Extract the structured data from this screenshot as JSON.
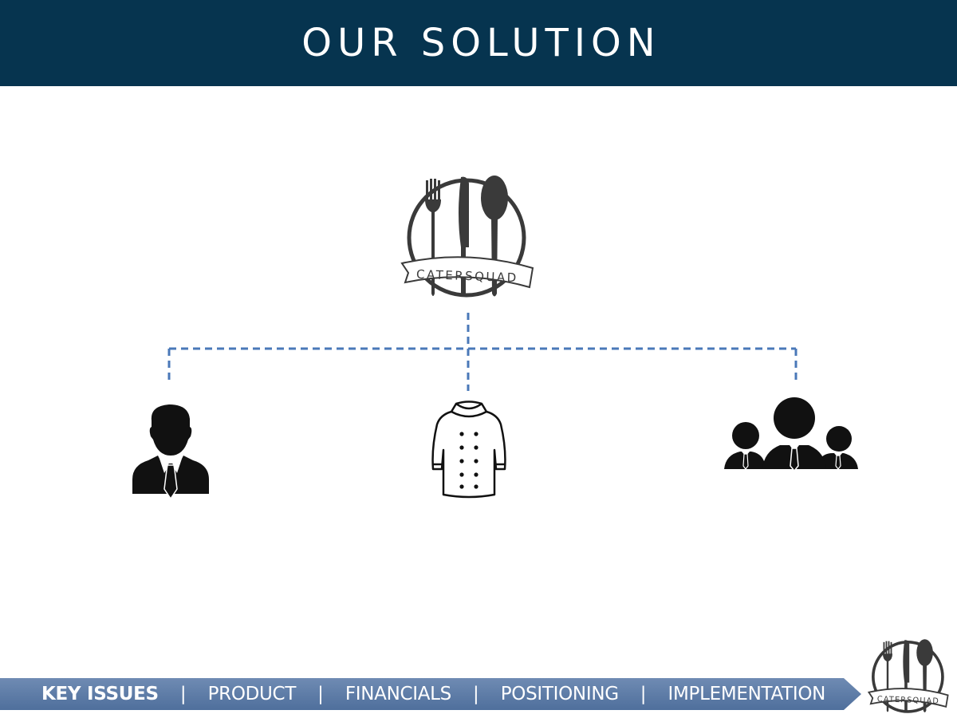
{
  "header": {
    "title": "OUR SOLUTION"
  },
  "logo": {
    "text": "CATERSQUAD"
  },
  "nodes": [
    {
      "id": "business-person",
      "icon": "businessman-icon"
    },
    {
      "id": "chef",
      "icon": "chef-jacket-icon"
    },
    {
      "id": "team",
      "icon": "group-people-icon"
    }
  ],
  "nav": {
    "items": [
      {
        "label": "KEY ISSUES",
        "active": true
      },
      {
        "label": "PRODUCT",
        "active": false
      },
      {
        "label": "FINANCIALS",
        "active": false
      },
      {
        "label": "POSITIONING",
        "active": false
      },
      {
        "label": "IMPLEMENTATION",
        "active": false
      }
    ],
    "separator": "|"
  },
  "colors": {
    "header_bg": "#06344f",
    "nav_bg": "#5273a0",
    "connector": "#4a78b8",
    "icon": "#111111"
  }
}
